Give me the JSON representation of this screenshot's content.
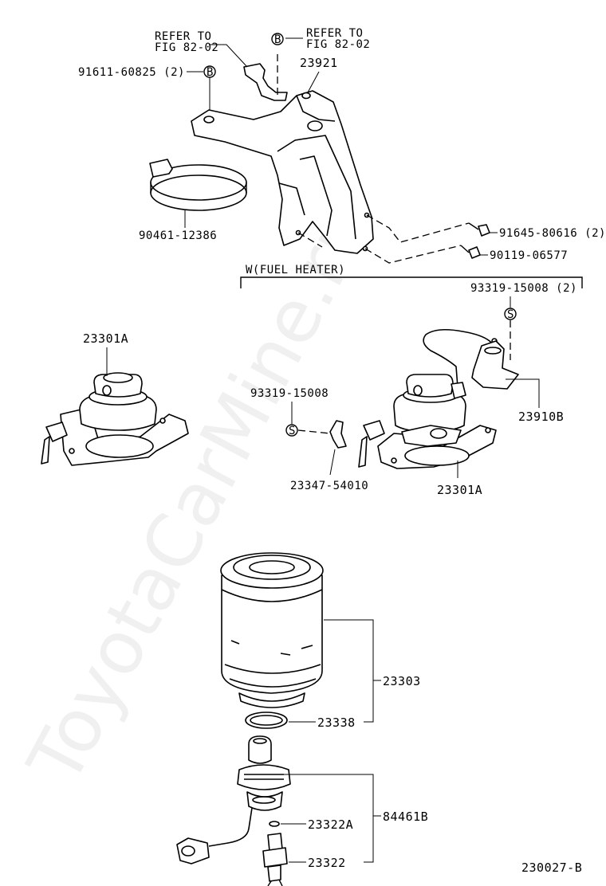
{
  "watermark": "ToyotaCarMine.ru",
  "diagram_id": "230027-B",
  "section_header": "W(FUEL HEATER)",
  "refer_left": {
    "line1": "REFER TO",
    "line2": "FIG 82-02"
  },
  "refer_right": {
    "line1": "REFER TO",
    "line2": "FIG 82-02"
  },
  "markers": {
    "b": "B",
    "s": "S"
  },
  "labels": {
    "bolt_91611": "91611-60825 (2)",
    "bracket_23921": "23921",
    "band_90461": "90461-12386",
    "bolt_91645": "91645-80616 (2)",
    "bolt_90119": "90119-06577",
    "screw_93319_2": "93319-15008 (2)",
    "screw_93319": "93319-15008",
    "pump_left": "23301A",
    "pump_right": "23301A",
    "heater_23910B": "23910B",
    "clip_23347": "23347-54010",
    "filter_23303": "23303",
    "oring_23338": "23338",
    "sensor_84461B": "84461B",
    "oring_23322A": "23322A",
    "sensor_23322": "23322"
  }
}
